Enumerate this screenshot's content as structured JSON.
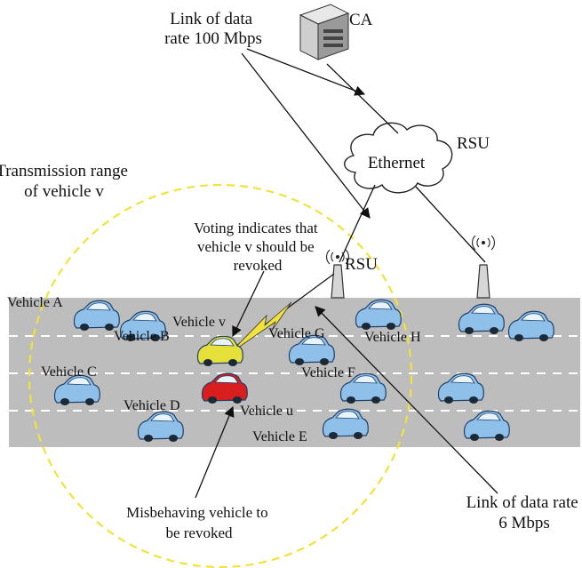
{
  "labels": {
    "ca": "CA",
    "link_100_line1": "Link of data",
    "link_100_line2": "rate 100 Mbps",
    "rsu_top": "RSU",
    "ethernet": "Ethernet",
    "tx_range_line1": "Transmission range",
    "tx_range_line2": "of vehicle v",
    "voting_line1": "Voting indicates that",
    "voting_line2": "vehicle v should be",
    "voting_line3": "revoked",
    "rsu_left": "RSU",
    "misbehaving_line1": "Misbehaving vehicle to",
    "misbehaving_line2": "be revoked",
    "link_6_line1": "Link of data rate",
    "link_6_line2": "6 Mbps"
  },
  "vehicles": [
    {
      "id": "A",
      "label": "Vehicle A"
    },
    {
      "id": "B",
      "label": "Vehicle B"
    },
    {
      "id": "C",
      "label": "Vehicle C"
    },
    {
      "id": "D",
      "label": "Vehicle D"
    },
    {
      "id": "v",
      "label": "Vehicle v"
    },
    {
      "id": "u",
      "label": "Vehicle u"
    },
    {
      "id": "G",
      "label": "Vehicle G"
    },
    {
      "id": "F",
      "label": "Vehicle F"
    },
    {
      "id": "E",
      "label": "Vehicle E"
    },
    {
      "id": "H",
      "label": "Vehicle H"
    }
  ],
  "colors": {
    "road": "#bdbdbd",
    "lane_marking": "#ffffff",
    "range_circle": "#f2e23a",
    "car_normal": "#8fc0ea",
    "car_revoking": "#e6e13a",
    "car_misbehaving": "#d81e1e",
    "lightning": "#f2e23a"
  }
}
